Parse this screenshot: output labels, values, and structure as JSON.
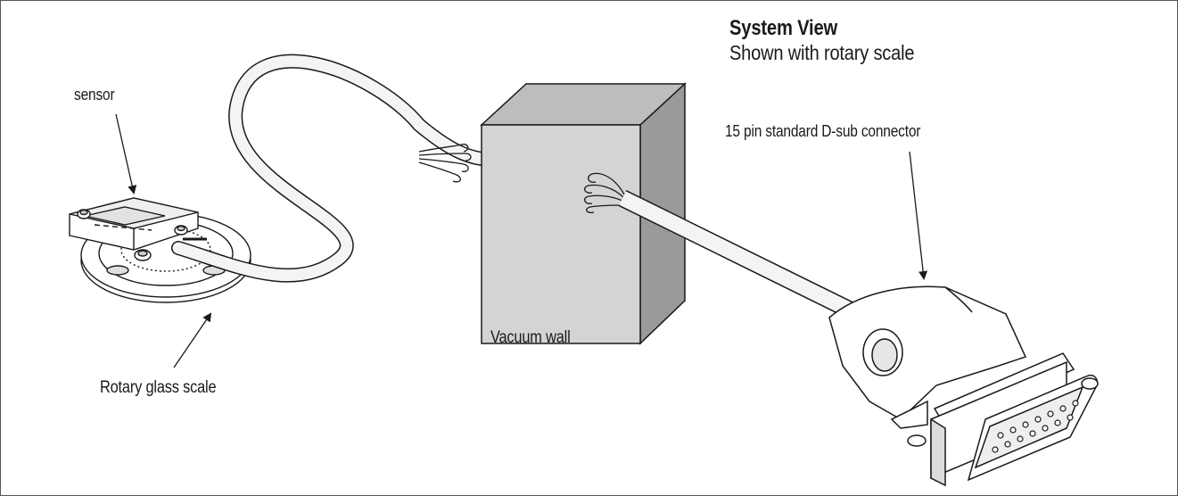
{
  "diagram": {
    "title": "System View",
    "subtitle": "Shown with rotary scale",
    "labels": {
      "sensor": "sensor",
      "connector": "15 pin standard D-sub connector",
      "vacuum_wall": "Vacuum wall",
      "rotary_scale": "Rotary glass scale"
    }
  },
  "colors": {
    "line": "#1a1a1a",
    "wall_front": "#d4d4d4",
    "wall_side": "#9a9a9a",
    "wall_top": "#bdbdbd",
    "cable_fill": "#f4f4f4"
  }
}
